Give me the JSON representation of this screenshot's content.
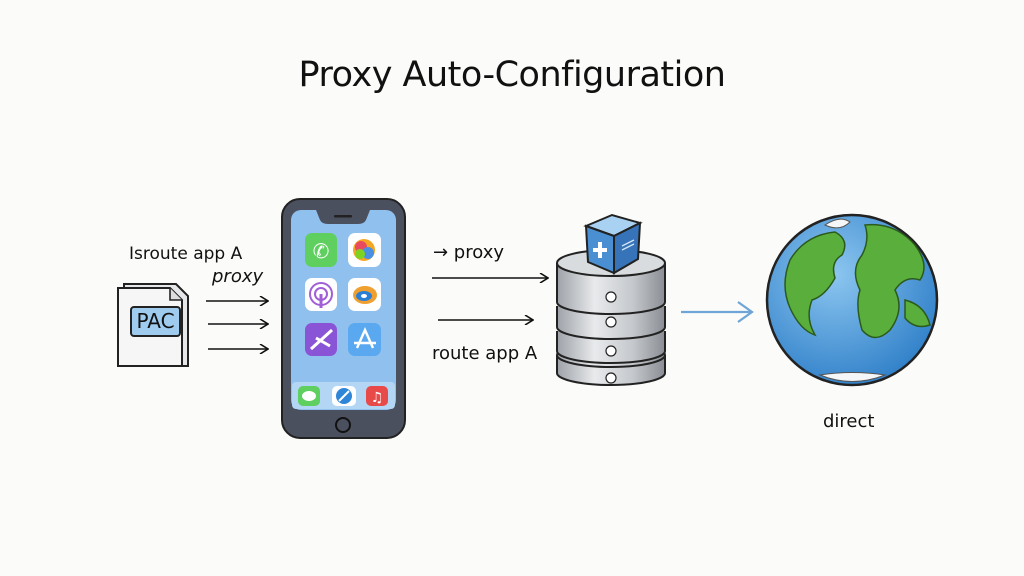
{
  "title": "Proxy Auto-Configuration",
  "pac": {
    "label": "PAC",
    "route_label": "Isroute app A",
    "proxy_label": "proxy"
  },
  "middle": {
    "proxy_label": "→ proxy",
    "route_label": "route app A"
  },
  "globe": {
    "label": "direct"
  },
  "icons": [
    "document-icon",
    "smartphone-icon",
    "server-stack-icon",
    "cube-icon",
    "globe-icon",
    "arrow-icon"
  ],
  "colors": {
    "accent_blue": "#5b9bd5",
    "phone_frame": "#4a4f5e",
    "screen": "#8fc0ee",
    "ocean": "#3d8fd6",
    "land": "#5aae3c"
  }
}
